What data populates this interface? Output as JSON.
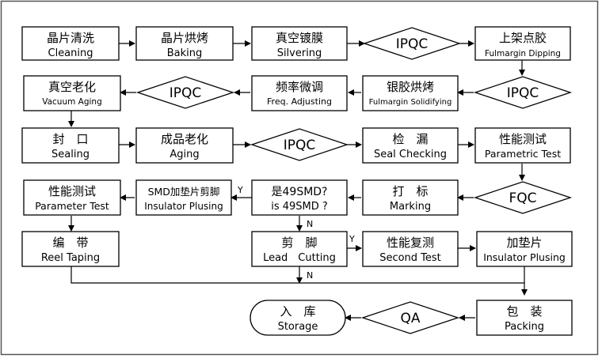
{
  "nodes": {
    "cleaning": {
      "zh": "晶片清洗",
      "en": "Cleaning"
    },
    "baking": {
      "zh": "晶片烘烤",
      "en": "Baking"
    },
    "silvering": {
      "zh": "真空镀膜",
      "en": "Silvering"
    },
    "ipqc1": {
      "label": "IPQC"
    },
    "fulmargin_dipping": {
      "zh": "上架点胶",
      "en": "Fulmargin Dipping"
    },
    "vacuum_aging": {
      "zh": "真空老化",
      "en": "Vacuum Aging"
    },
    "ipqc2": {
      "label": "IPQC"
    },
    "freq_adjusting": {
      "zh": "频率微调",
      "en": "Freq. Adjusting"
    },
    "fulmargin_solidifying": {
      "zh": "银胶烘烤",
      "en": "Fulmargin Solidifying"
    },
    "ipqc3": {
      "label": "IPQC"
    },
    "sealing": {
      "zh": "封　口",
      "en": "Sealing"
    },
    "aging": {
      "zh": "成品老化",
      "en": "Aging"
    },
    "ipqc4": {
      "label": "IPQC"
    },
    "seal_checking": {
      "zh": "检　漏",
      "en": "Seal Checking"
    },
    "parametric_test": {
      "zh": "性能测试",
      "en": "Parametric Test"
    },
    "parameter_test": {
      "zh": "性能测试",
      "en": "Parameter Test"
    },
    "insulator_plusing_smd": {
      "zh": "SMD加垫片剪脚",
      "en": "Insulator Plusing"
    },
    "is_49smd": {
      "zh": "是49SMD?",
      "en": "is 49SMD ?"
    },
    "marking": {
      "zh": "打　标",
      "en": "Marking"
    },
    "fqc": {
      "label": "FQC"
    },
    "reel_taping": {
      "zh": "编　带",
      "en": "Reel Taping"
    },
    "lead_cutting": {
      "zh": "剪　脚",
      "en": "Lead　Cutting"
    },
    "second_test": {
      "zh": "性能复测",
      "en": "Second Test"
    },
    "insulator_plusing": {
      "zh": "加垫片",
      "en": "Insulator Plusing"
    },
    "storage": {
      "zh": "入　库",
      "en": "Storage"
    },
    "qa": {
      "label": "QA"
    },
    "packing": {
      "zh": "包　装",
      "en": "Packing"
    }
  },
  "branch_labels": {
    "yes_to_smd": "Y",
    "no_to_lead_cutting": "N",
    "yes_to_second_test": "Y",
    "no_bypass": "N"
  }
}
